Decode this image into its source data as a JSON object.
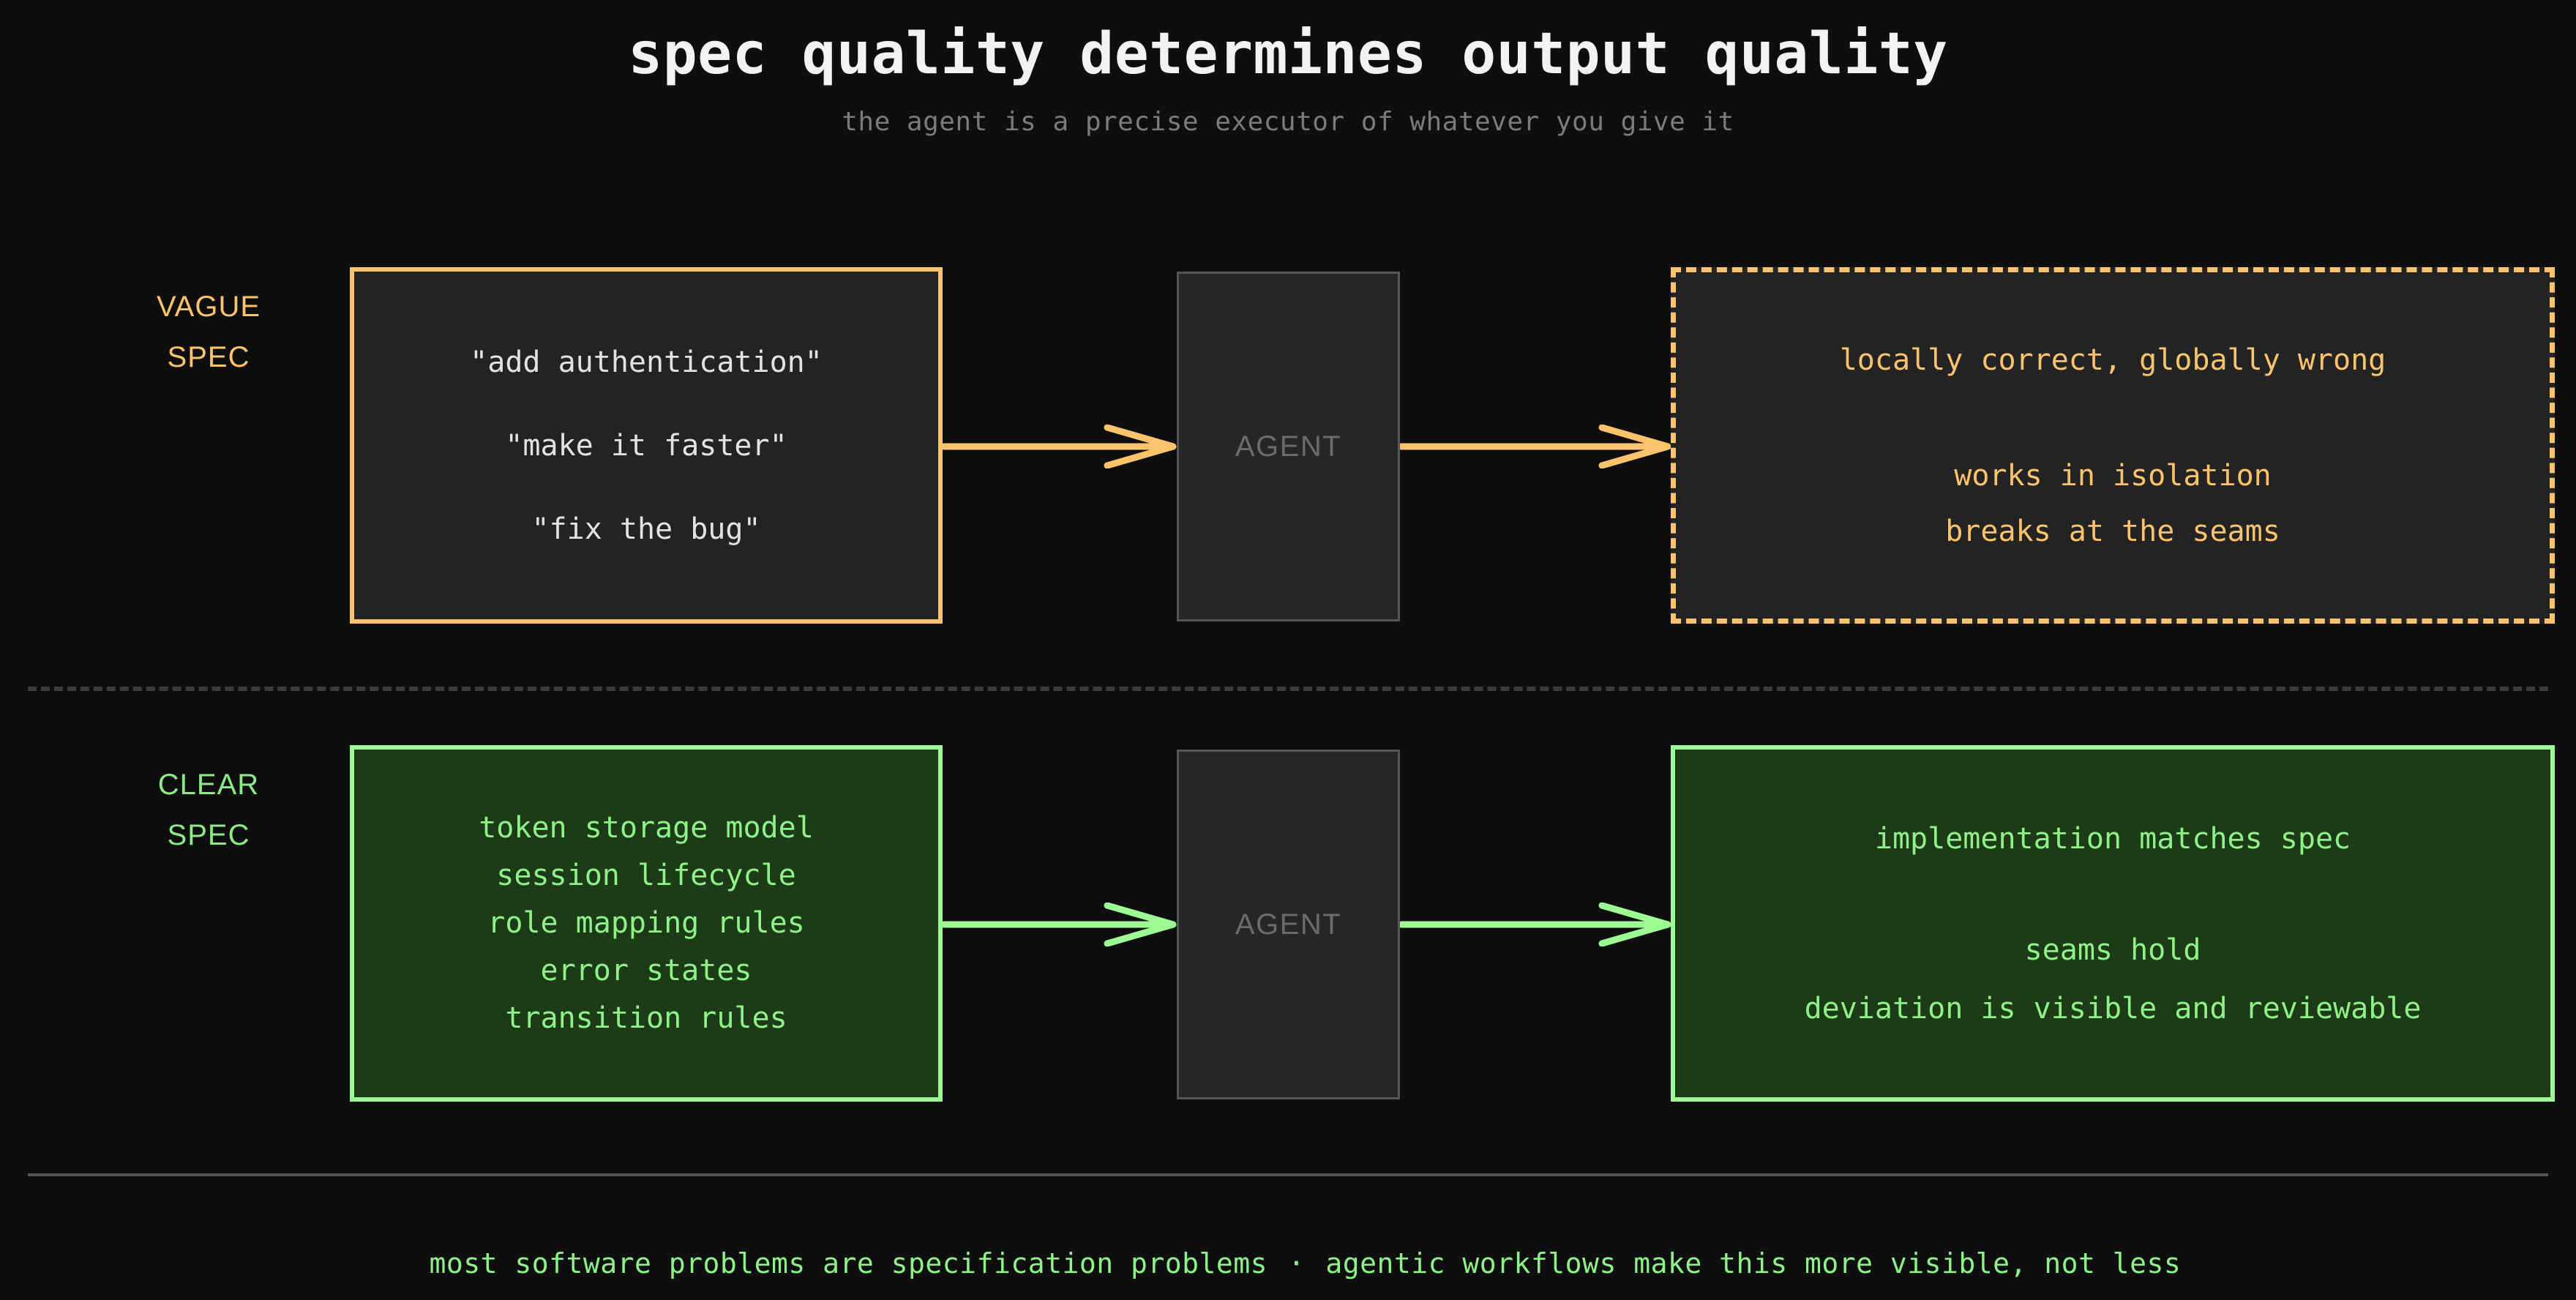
{
  "header": {
    "title": "spec quality determines output quality",
    "subtitle": "the agent is a precise executor of whatever you give it"
  },
  "colors": {
    "background": "#0e0e0e",
    "vague_accent": "#fbc46c",
    "clear_accent": "#9cfb93",
    "clear_text": "#8ef288",
    "vague_box_fill": "#232323",
    "clear_box_fill": "#1e3b17",
    "agent_fill": "#262626",
    "agent_border": "#565656",
    "agent_text": "#6b6b6b",
    "spec_text": "#e2e2e2",
    "title_text": "#f2f2f2",
    "subtitle_text": "#7b7b7b",
    "divider": "#3b3b3b",
    "rule": "#545454"
  },
  "rows": {
    "vague": {
      "label_line1": "VAGUE",
      "label_line2": "SPEC",
      "spec_lines": [
        "\"add authentication\"",
        "\"make it faster\"",
        "\"fix the bug\""
      ],
      "agent_label": "AGENT",
      "outcome_lines": [
        "locally correct, globally wrong",
        "works in isolation",
        "breaks at the seams"
      ]
    },
    "clear": {
      "label_line1": "CLEAR",
      "label_line2": "SPEC",
      "spec_lines": [
        "token storage model",
        "session lifecycle",
        "role mapping rules",
        "error states",
        "transition rules"
      ],
      "agent_label": "AGENT",
      "outcome_lines": [
        "implementation matches spec",
        "seams hold",
        "deviation is visible and reviewable"
      ]
    }
  },
  "footer": {
    "left": "most software problems are specification problems",
    "separator": "·",
    "right": "agentic workflows make this more visible, not less"
  }
}
